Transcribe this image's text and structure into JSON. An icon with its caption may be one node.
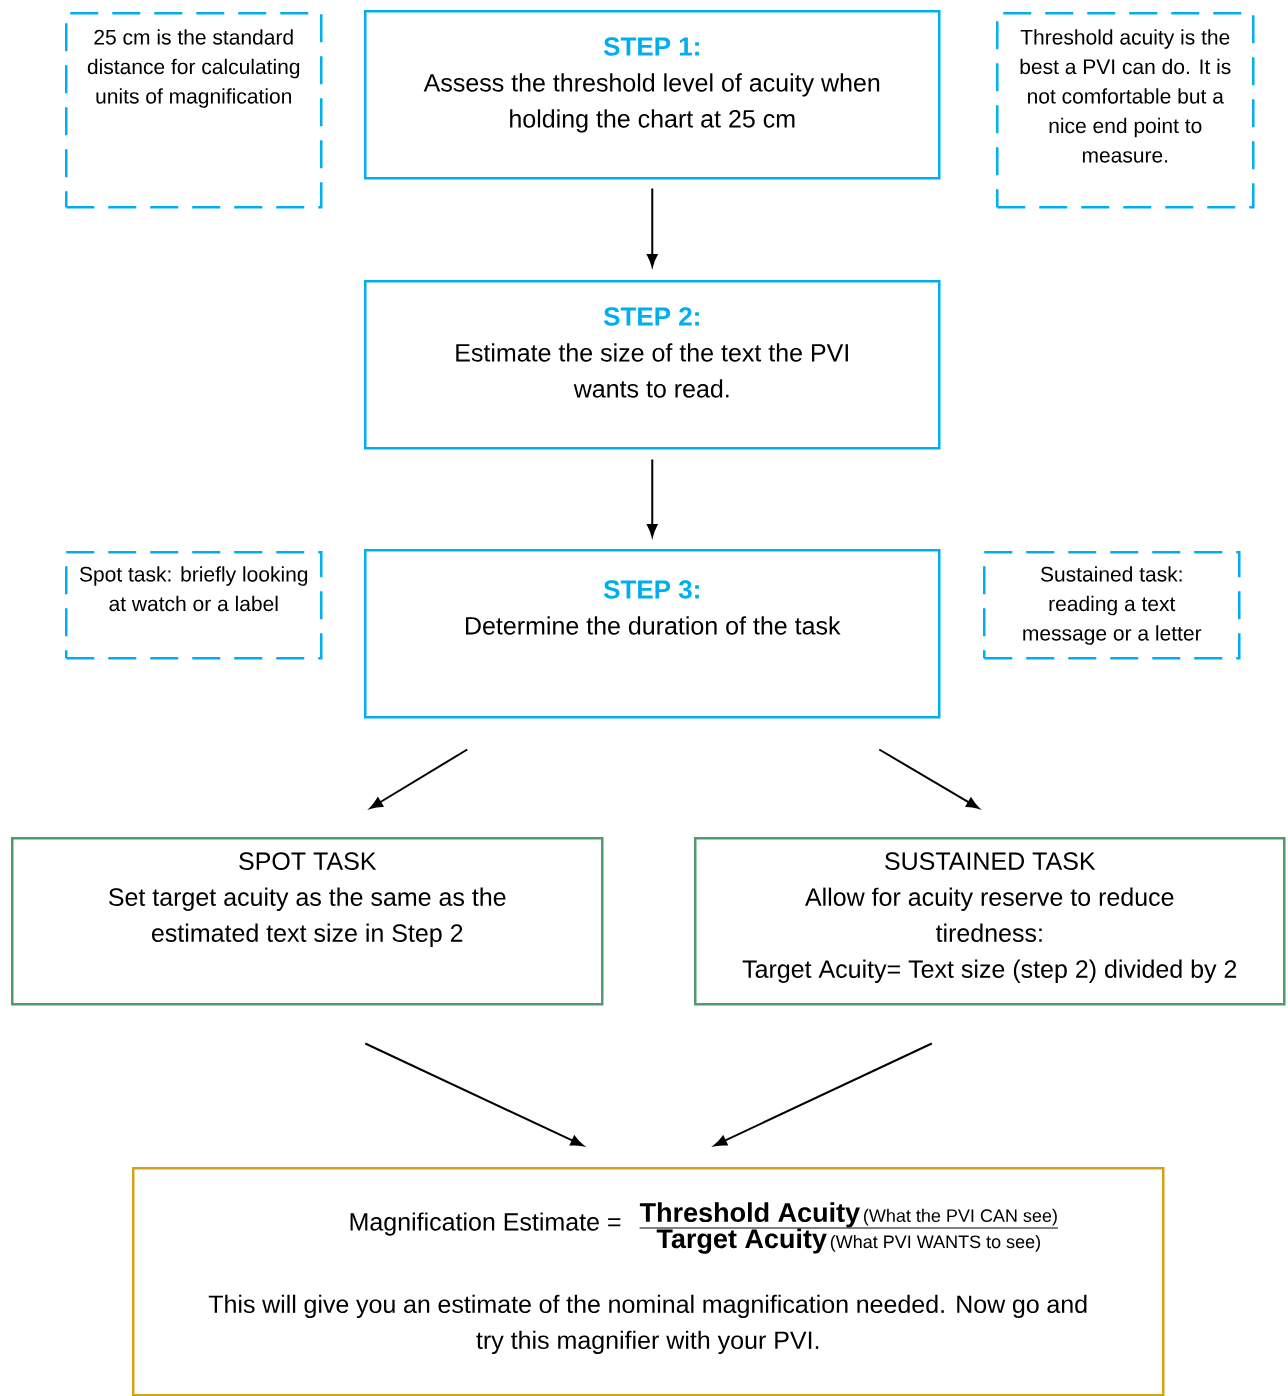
{
  "diagram": {
    "nodes": [
      {
        "text": [
          "25 cm is the standard distance for calculating units of magnification"
        ]
      },
      {
        "text": [
          "STEP 1:",
          "Assess the threshold level of acuity when holding the chart at 25 cm"
        ]
      },
      {
        "text": [
          "Threshold acuity is the best a PVI can do. It is not comfortable but a nice end point to measure."
        ]
      },
      {
        "text": [
          "STEP 2:",
          "Estimate the size of the text the PVI wants to read."
        ]
      },
      {
        "text": [
          "Spot task: briefly looking at watch or a label"
        ]
      },
      {
        "text": [
          "STEP 3:",
          "Determine the duration of the task"
        ]
      },
      {
        "text": [
          "Sustained task: reading a text message or a letter"
        ]
      },
      {
        "text": [
          "SPOT TASK",
          "Set target acuity as the same as the estimated text size in Step 2"
        ]
      },
      {
        "text": [
          "SUSTAINED TASK",
          "Allow for acuity reserve to reduce tiredness:",
          "Target Acuity= Text size (step 2) divided by 2"
        ]
      },
      {
        "text": [
          "Magnification Estimate =",
          "Threshold Acuity",
          "(What the PVI CAN see)",
          "Target Acuity",
          "(What PVI WANTS to see)",
          "This will give you an estimate of the nominal magnification needed. Now go and try this magnifier with your PVI."
        ]
      }
    ],
    "edges": [
      {
        "from": 1,
        "to": 3,
        "arrow": "to"
      },
      {
        "from": 3,
        "to": 5,
        "arrow": "to"
      },
      {
        "from": 5,
        "to": 7,
        "arrow": "to"
      },
      {
        "from": 5,
        "to": 8,
        "arrow": "to"
      },
      {
        "from": 7,
        "to": 9,
        "arrow": "to"
      },
      {
        "from": 8,
        "to": 9,
        "arrow": "to"
      }
    ]
  }
}
